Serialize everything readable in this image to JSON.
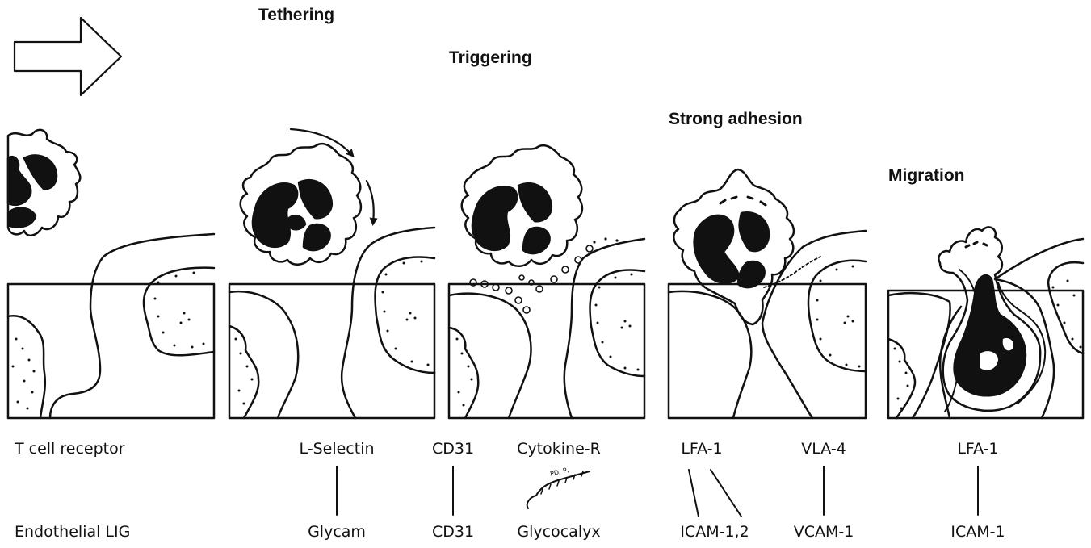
{
  "stages": {
    "tethering": "Tethering",
    "triggering": "Triggering",
    "strong_adhesion": "Strong adhesion",
    "migration": "Migration"
  },
  "rows": {
    "receptor_label": "T cell receptor",
    "ligand_label": "Endothelial LIG"
  },
  "pairs": [
    {
      "receptor": "L-Selectin",
      "ligand": "Glycam"
    },
    {
      "receptor": "CD31",
      "ligand": "CD31"
    },
    {
      "receptor": "Cytokine-R",
      "ligand": "Glycocalyx",
      "inset_text": "PD/ P,"
    },
    {
      "receptor": "LFA-1",
      "ligand": "ICAM-1,2"
    },
    {
      "receptor": "VLA-4",
      "ligand": "VCAM-1"
    },
    {
      "receptor": "LFA-1",
      "ligand": "ICAM-1"
    }
  ]
}
